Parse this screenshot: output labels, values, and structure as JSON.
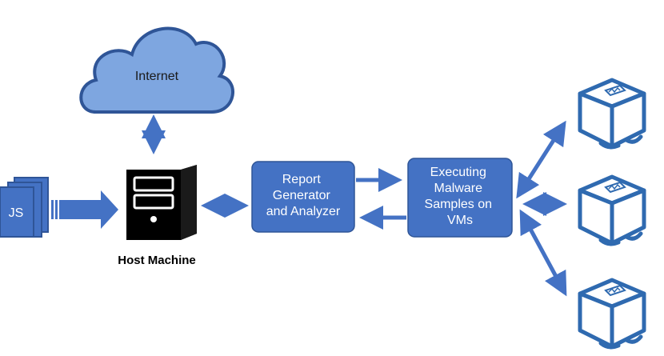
{
  "nodes": {
    "internet": {
      "label": "Internet"
    },
    "js_files": {
      "label": "JS"
    },
    "host_machine": {
      "label": "Host Machine"
    },
    "report_generator": {
      "lines": [
        "Report",
        "Generator",
        "and Analyzer"
      ]
    },
    "executing_malware": {
      "lines": [
        "Executing",
        "Malware",
        "Samples on",
        "VMs"
      ]
    }
  },
  "colors": {
    "box_fill": "#4472c4",
    "box_stroke": "#2f5597",
    "cloud_fill": "#7ea6e0",
    "arrow": "#4472c4",
    "vm_blue": "#2f6ab0",
    "vm_fill": "#ffffff"
  },
  "icons": [
    "cloud-icon",
    "document-stack-icon",
    "computer-tower-icon",
    "virtualbox-vm-icon"
  ]
}
